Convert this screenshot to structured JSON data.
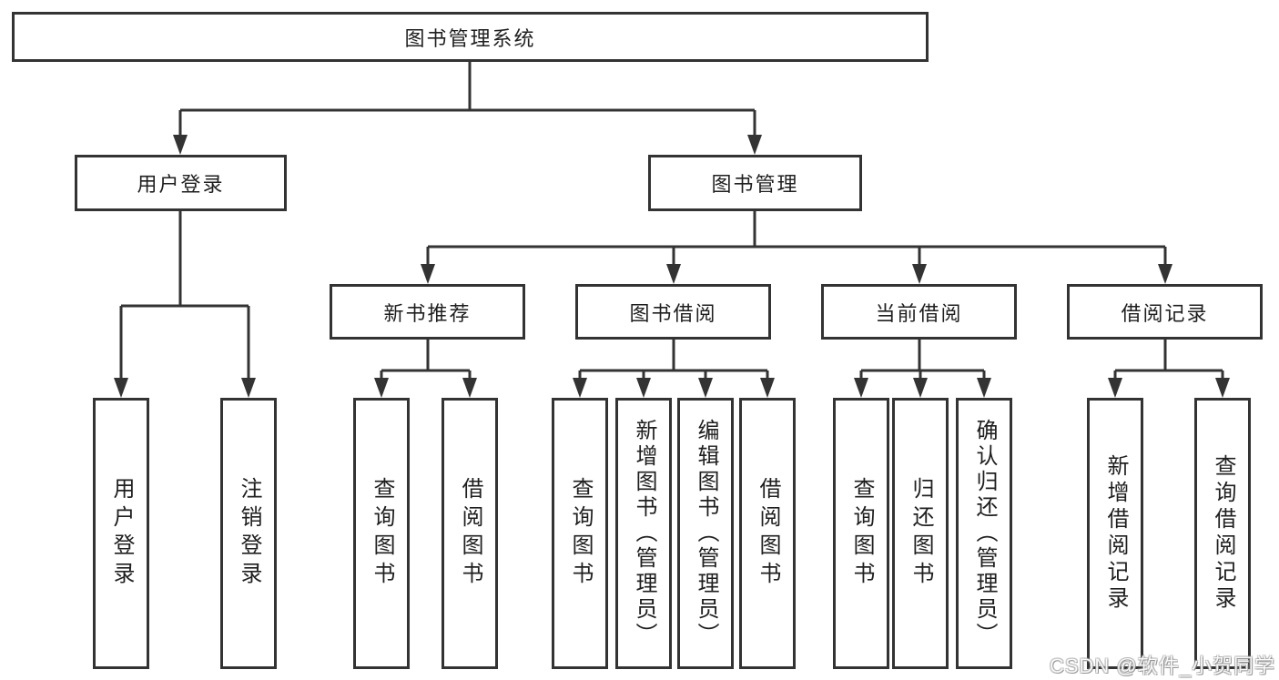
{
  "nodes": {
    "root": "图书管理系统",
    "l2": {
      "user_login": "用户登录",
      "book_mgmt": "图书管理"
    },
    "l3": {
      "new_rec": "新书推荐",
      "borrow": "图书借阅",
      "current": "当前借阅",
      "record": "借阅记录"
    },
    "leaves": {
      "user_login": "用户登录",
      "logout": "注销登录",
      "rec_query_book": "查询图书",
      "rec_borrow_book": "借阅图书",
      "bor_query_book": "查询图书",
      "bor_add_book": "新增图书（管理员）",
      "bor_edit_book": "编辑图书（管理员）",
      "bor_borrow_book": "借阅图书",
      "cur_query_book": "查询图书",
      "cur_return_book": "归还图书",
      "cur_confirm_return": "确认归还（管理员）",
      "log_add_record": "新增借阅记录",
      "log_query_record": "查询借阅记录"
    }
  },
  "watermark": "CSDN @软件_小贺同学",
  "colors": {
    "line": "#333333",
    "box_border": "#333333",
    "text": "#1f1f1f",
    "watermark": "#b0b0b0"
  }
}
